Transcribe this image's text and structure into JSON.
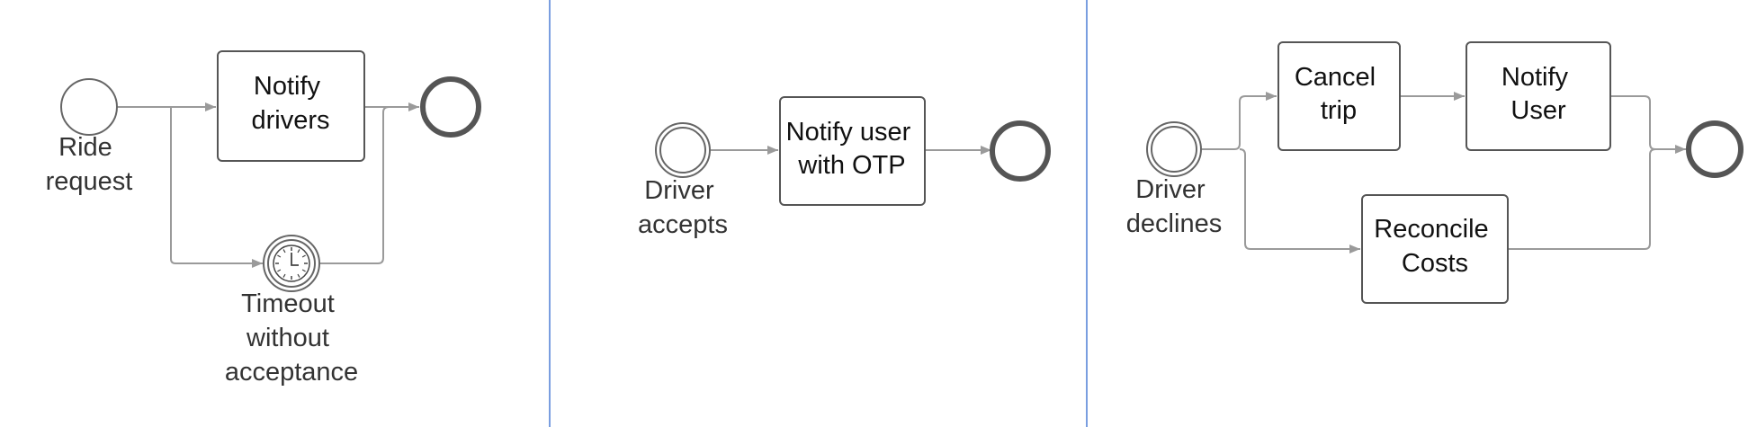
{
  "panels": [
    {
      "start_event": {
        "label": [
          "Ride",
          "request"
        ]
      },
      "tasks": [
        {
          "label": [
            "Notify",
            "drivers"
          ]
        }
      ],
      "timer_event": {
        "label": [
          "Timeout",
          "without",
          "acceptance"
        ],
        "icon": "clock-icon"
      },
      "end_event": {}
    },
    {
      "start_event": {
        "label": [
          "Driver",
          "accepts"
        ]
      },
      "tasks": [
        {
          "label": [
            "Notify user",
            "with OTP"
          ]
        }
      ],
      "end_event": {}
    },
    {
      "start_event": {
        "label": [
          "Driver",
          "declines"
        ]
      },
      "tasks": [
        {
          "label": [
            "Cancel",
            "trip"
          ]
        },
        {
          "label": [
            "Notify",
            "User"
          ]
        },
        {
          "label": [
            "Reconcile",
            "Costs"
          ]
        }
      ],
      "end_event": {}
    }
  ],
  "colors": {
    "divider": "#4f7fd6",
    "edge": "#9a9a9a",
    "task_border": "#555555"
  }
}
